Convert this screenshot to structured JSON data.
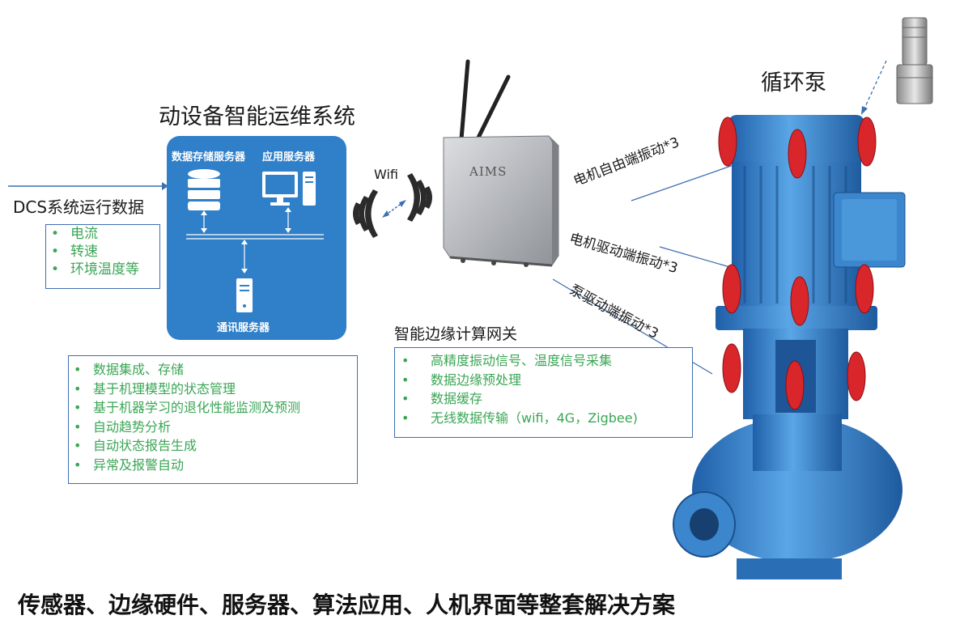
{
  "title": "动设备智能运维系统",
  "pump_title": "循环泵",
  "dcs": {
    "label": "DCS系统运行数据",
    "items": [
      "电流",
      "转速",
      "环境温度等"
    ]
  },
  "servers": {
    "storage": "数据存储服务器",
    "application": "应用服务器",
    "communication": "通讯服务器"
  },
  "functions": [
    "数据集成、存储",
    "基于机理模型的状态管理",
    "基于机器学习的退化性能监测及预测",
    "自动趋势分析",
    "自动状态报告生成",
    "异常及报警自动"
  ],
  "wifi_label": "Wifi",
  "gateway": {
    "brand": "AIMS",
    "label": "智能边缘计算网关",
    "items": [
      "高精度振动信号、温度信号采集",
      "数据边缘预处理",
      "数据缓存",
      "无线数据传输（wifi，4G，Zigbee)"
    ]
  },
  "vibration_labels": {
    "motor_free_end": "电机自由端振动*3",
    "motor_drive_end": "电机驱动端振动*3",
    "pump_drive_end": "泵驱动端振动*3"
  },
  "bottom_title": "传感器、边缘硬件、服务器、算法应用、人机界面等整套解决方案",
  "colors": {
    "server_panel": "#2f7fc9",
    "bullet_text": "#3aa655",
    "box_border": "#3f6fb0",
    "pump_blue": "#3b8fd6",
    "sensor_red": "#d8262b"
  }
}
